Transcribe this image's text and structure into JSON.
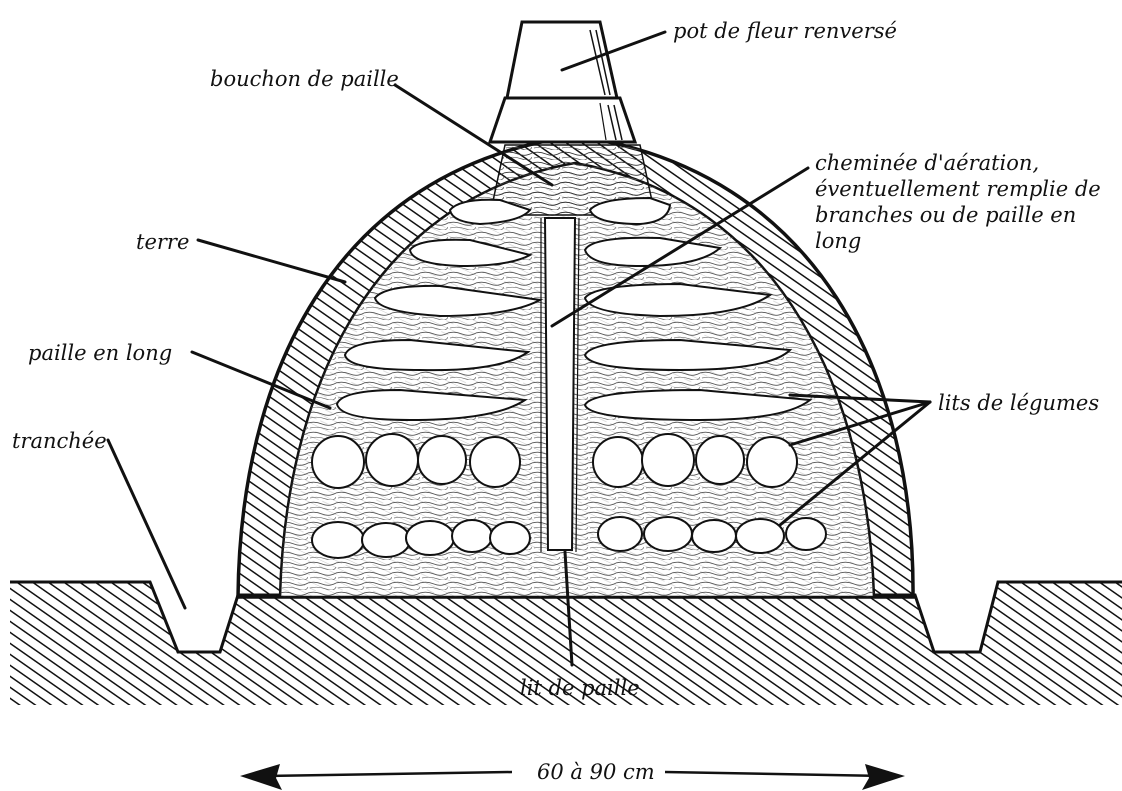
{
  "labels": {
    "pot": "pot de fleur renversé",
    "bouchon": "bouchon de paille",
    "cheminee": [
      "cheminée d'aération,",
      "éventuellement remplie de",
      "branches ou de paille en long"
    ],
    "terre": "terre",
    "paille_long": "paille en long",
    "lits_legumes": "lits de légumes",
    "tranchee": "tranchée",
    "lit_paille": "lit de paille",
    "dimension": "60 à 90 cm"
  },
  "colors": {
    "ink": "#111111",
    "paper": "#ffffff"
  }
}
